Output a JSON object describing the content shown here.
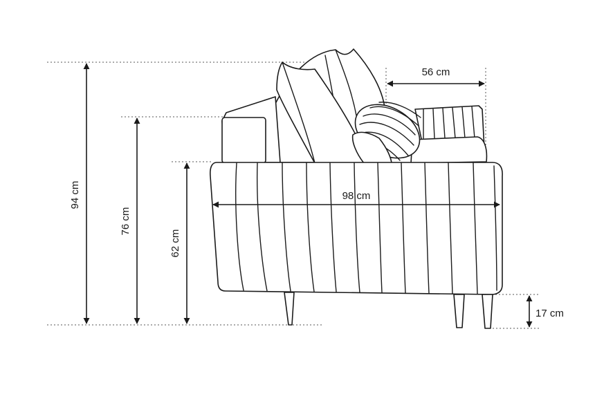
{
  "dimensions": {
    "total_height": "94 cm",
    "backrest_height": "76 cm",
    "armrest_height": "62 cm",
    "width": "98 cm",
    "seat_depth": "56 cm",
    "leg_height": "17 cm"
  },
  "colors": {
    "line": "#1a1a1a",
    "guide": "#555555",
    "background": "#ffffff"
  }
}
